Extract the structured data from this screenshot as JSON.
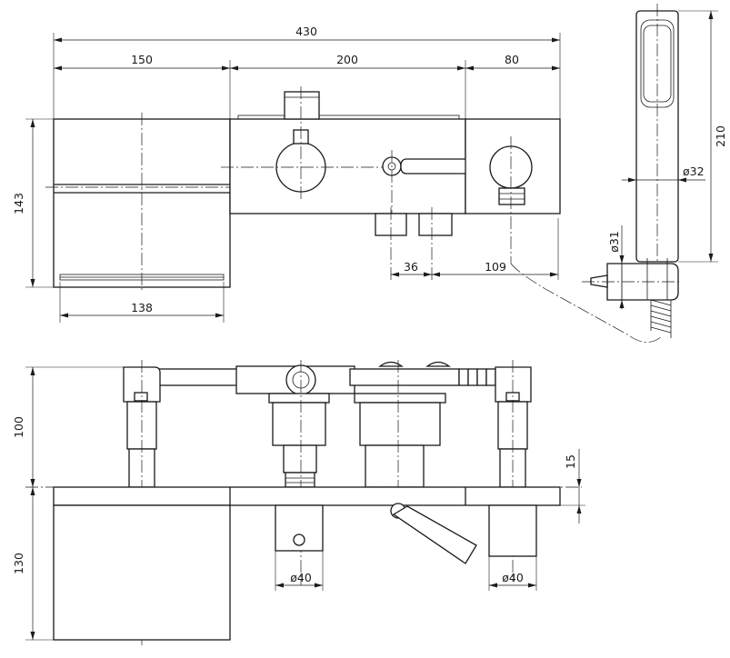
{
  "dimensions": {
    "top_total": "430",
    "top_left": "150",
    "top_mid": "200",
    "top_right": "80",
    "height_top": "143",
    "left_bottom": "138",
    "spacing_36": "36",
    "spacing_109": "109",
    "hand_210": "210",
    "hand_d32": "ø32",
    "hand_d31": "ø31",
    "front_100": "100",
    "front_130": "130",
    "front_15": "15",
    "front_d40_left": "ø40",
    "front_d40_right": "ø40"
  }
}
